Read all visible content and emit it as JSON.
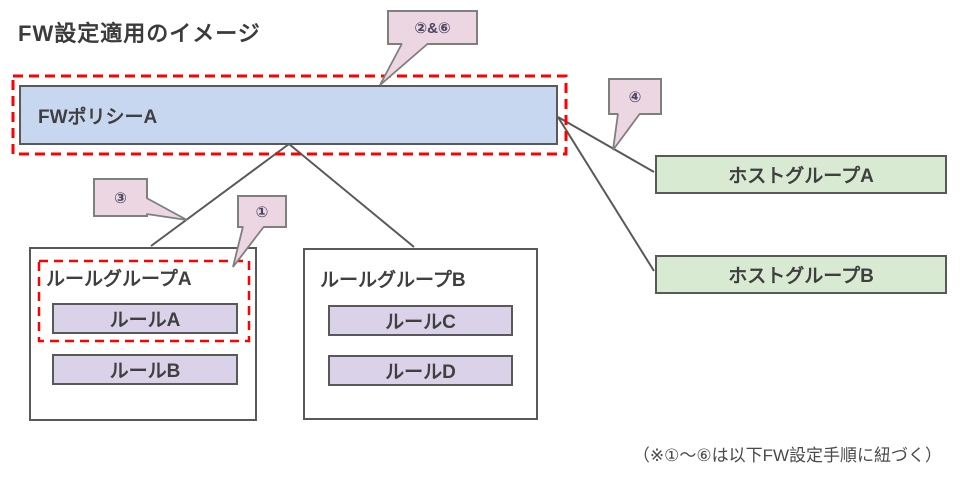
{
  "title": "FW設定適用のイメージ",
  "policy": {
    "label": "FWポリシーA"
  },
  "callouts": {
    "steps_2_and_6": "②&⑥",
    "step_4": "④",
    "step_3": "③",
    "step_1": "①"
  },
  "rule_group_a": {
    "title": "ルールグループA",
    "rules": [
      "ルールA",
      "ルールB"
    ]
  },
  "rule_group_b": {
    "title": "ルールグループB",
    "rules": [
      "ルールC",
      "ルールD"
    ]
  },
  "host_groups": [
    "ホストグループA",
    "ホストグループB"
  ],
  "footnote": "（※①～⑥は以下FW設定手順に紐づく）",
  "colors": {
    "policy_fill": "#c8d7f0",
    "rule_fill": "#d9d2e8",
    "host_fill": "#d9ead3",
    "callout_fill": "#ecd6e1",
    "box_border": "#595959",
    "callout_border": "#7f7f7f",
    "highlight_dash": "#ff0000",
    "connector": "#595959"
  }
}
